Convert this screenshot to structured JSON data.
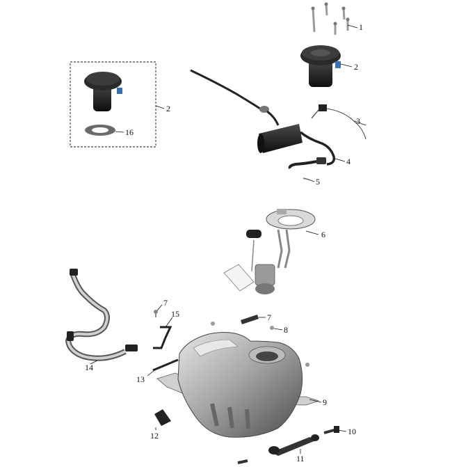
{
  "diagram": {
    "callouts": [
      {
        "id": "c1",
        "label": "1"
      },
      {
        "id": "c2a",
        "label": "2"
      },
      {
        "id": "c2b",
        "label": "2"
      },
      {
        "id": "c3",
        "label": "3"
      },
      {
        "id": "c4",
        "label": "4"
      },
      {
        "id": "c5",
        "label": "5"
      },
      {
        "id": "c6",
        "label": "6"
      },
      {
        "id": "c7a",
        "label": "7"
      },
      {
        "id": "c7b",
        "label": "7"
      },
      {
        "id": "c8",
        "label": "8"
      },
      {
        "id": "c9",
        "label": "9"
      },
      {
        "id": "c10",
        "label": "10"
      },
      {
        "id": "c11",
        "label": "11"
      },
      {
        "id": "c12",
        "label": "12"
      },
      {
        "id": "c13",
        "label": "13"
      },
      {
        "id": "c14",
        "label": "14"
      },
      {
        "id": "c15",
        "label": "15"
      },
      {
        "id": "c16",
        "label": "16"
      }
    ],
    "colors": {
      "line": "#111111",
      "metal_light": "#d9d9d9",
      "metal_mid": "#9a9a9a",
      "metal_dark": "#5a5a5a",
      "plastic_black": "#1e1e1e",
      "blue_accent": "#3a6fb0"
    }
  }
}
